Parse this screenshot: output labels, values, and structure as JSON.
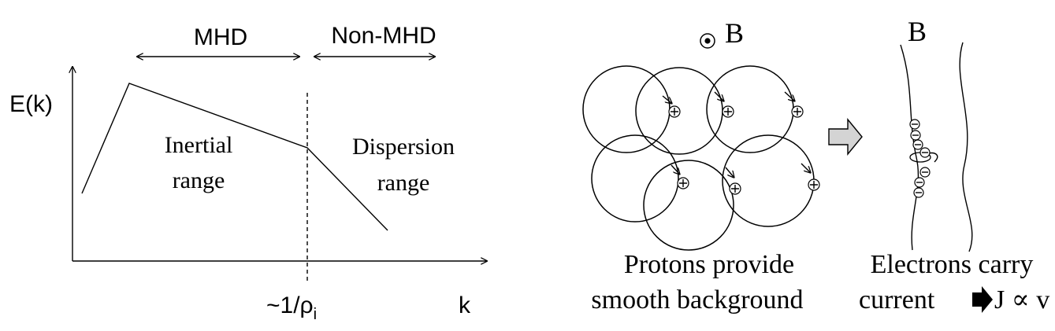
{
  "spectrum": {
    "axis_y_label": "E(k)",
    "axis_x_label": "k",
    "break_label_prefix": "~1/ρ",
    "break_label_sub": "i",
    "mhd_label": "MHD",
    "non_mhd_label": "Non-MHD",
    "inertial_line1": "Inertial",
    "inertial_line2": "range",
    "dispersion_line1": "Dispersion",
    "dispersion_line2": "range"
  },
  "protons": {
    "field_label": "B",
    "caption_line1": "Protons provide",
    "caption_line2": "smooth background"
  },
  "electrons": {
    "field_label": "B",
    "caption_line1": "Electrons carry",
    "caption_line2_a": "current",
    "caption_line2_b": "J ∝ v"
  }
}
